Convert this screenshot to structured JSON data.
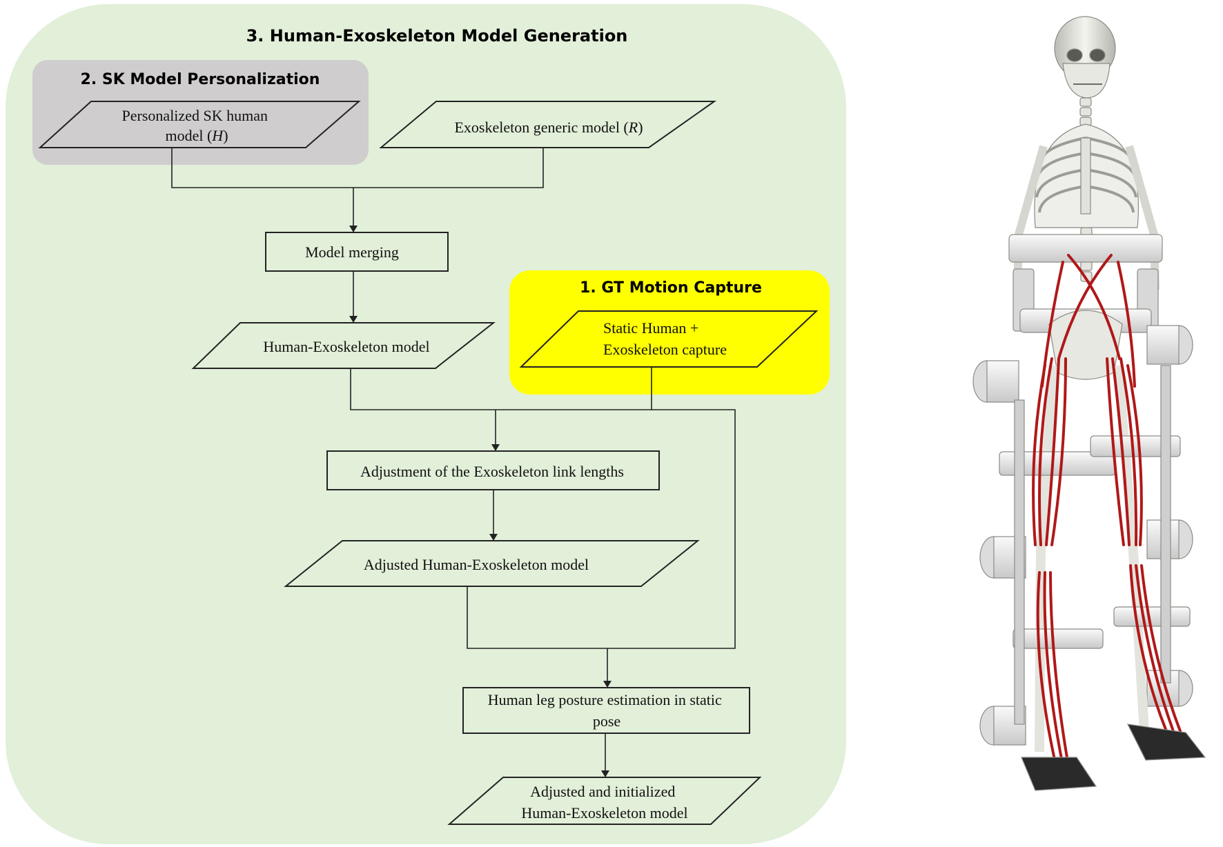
{
  "panels": {
    "main": {
      "title": "3.  Human-Exoskeleton Model Generation"
    },
    "sk": {
      "title": "2.  SK Model Personalization"
    },
    "gt": {
      "title": "1.  GT Motion Capture"
    }
  },
  "nodes": {
    "personalized": {
      "line1": "Personalized SK human",
      "line2_text": "model (",
      "line2_var": "H",
      "line2_end": ")"
    },
    "generic": {
      "text": "Exoskeleton generic model (",
      "var": "R",
      "end": ")"
    },
    "merging": {
      "text": "Model merging"
    },
    "human_exo": {
      "text": "Human-Exoskeleton model"
    },
    "static_capture": {
      "line1": "Static Human +",
      "line2": "Exoskeleton capture"
    },
    "adjust_lengths": {
      "text": "Adjustment of the Exoskeleton link lengths"
    },
    "adjusted_model": {
      "text": "Adjusted Human-Exoskeleton model"
    },
    "posture": {
      "line1": "Human leg posture estimation in static",
      "line2": "pose"
    },
    "final": {
      "line1": "Adjusted and initialized",
      "line2": "Human-Exoskeleton model"
    }
  },
  "colors": {
    "main_panel": "#e2efd9",
    "sk_panel": "#cfcdcd",
    "gt_panel": "#ffff00",
    "muscle": "#b01818",
    "bone": "#f1f1ec"
  }
}
